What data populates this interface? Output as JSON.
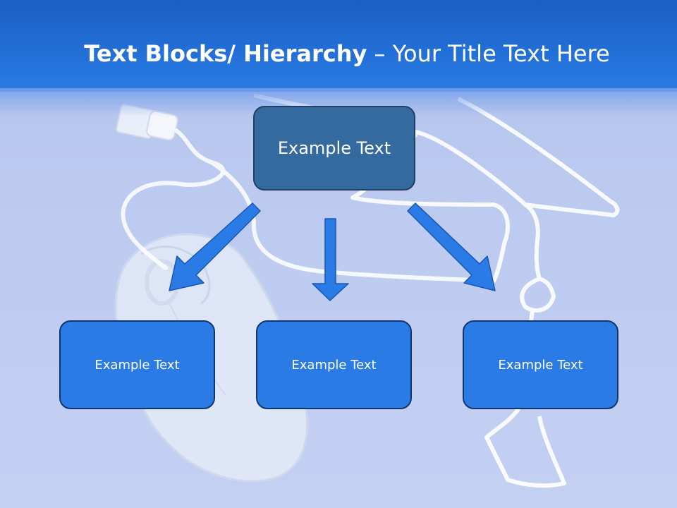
{
  "title": {
    "bold_part": "Text Blocks/ Hierarchy",
    "rest_part": " – Your Title Text Here"
  },
  "diagram": {
    "top_box": "Example Text",
    "child_boxes": [
      "Example Text",
      "Example Text",
      "Example Text"
    ]
  },
  "colors": {
    "header": "#2370d8",
    "top_box": "#356a9e",
    "child_box": "#2a7be6",
    "arrow": "#2a7be6"
  },
  "background_icons": [
    "usb-cable-icon",
    "computer-mouse-icon",
    "graduation-cap-icon"
  ]
}
